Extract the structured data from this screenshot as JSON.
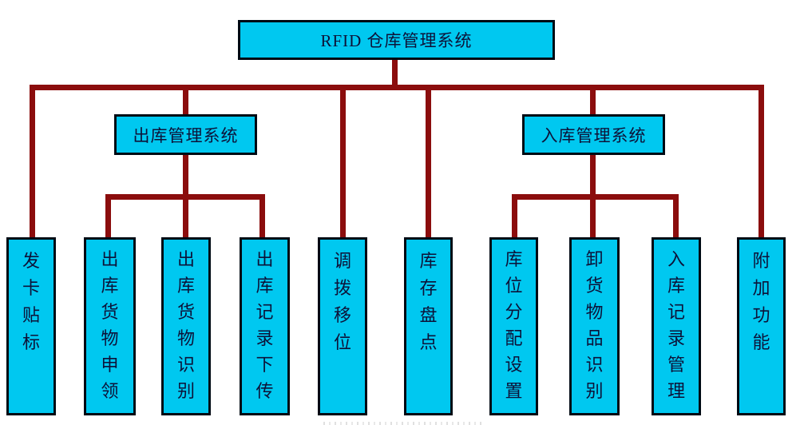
{
  "diagram": {
    "title_hint": "RFID warehouse management system hierarchy",
    "root": {
      "label": "RFID 仓库管理系统"
    },
    "level2": [
      {
        "label": "出库管理系统"
      },
      {
        "label": "入库管理系统"
      }
    ],
    "leaves": [
      {
        "label": "发卡贴标"
      },
      {
        "label": "出库货物申领"
      },
      {
        "label": "出库货物识别"
      },
      {
        "label": "出库记录下传"
      },
      {
        "label": "调拨移位"
      },
      {
        "label": "库存盘点"
      },
      {
        "label": "库位分配设置"
      },
      {
        "label": "卸货物品识别"
      },
      {
        "label": "入库记录管理"
      },
      {
        "label": "附加功能"
      }
    ],
    "colors": {
      "box_fill": "#00C8F0",
      "box_border": "#000A14",
      "connector": "#8B0D0D",
      "text": "#0D1238",
      "background": "#FFFFFF"
    }
  }
}
